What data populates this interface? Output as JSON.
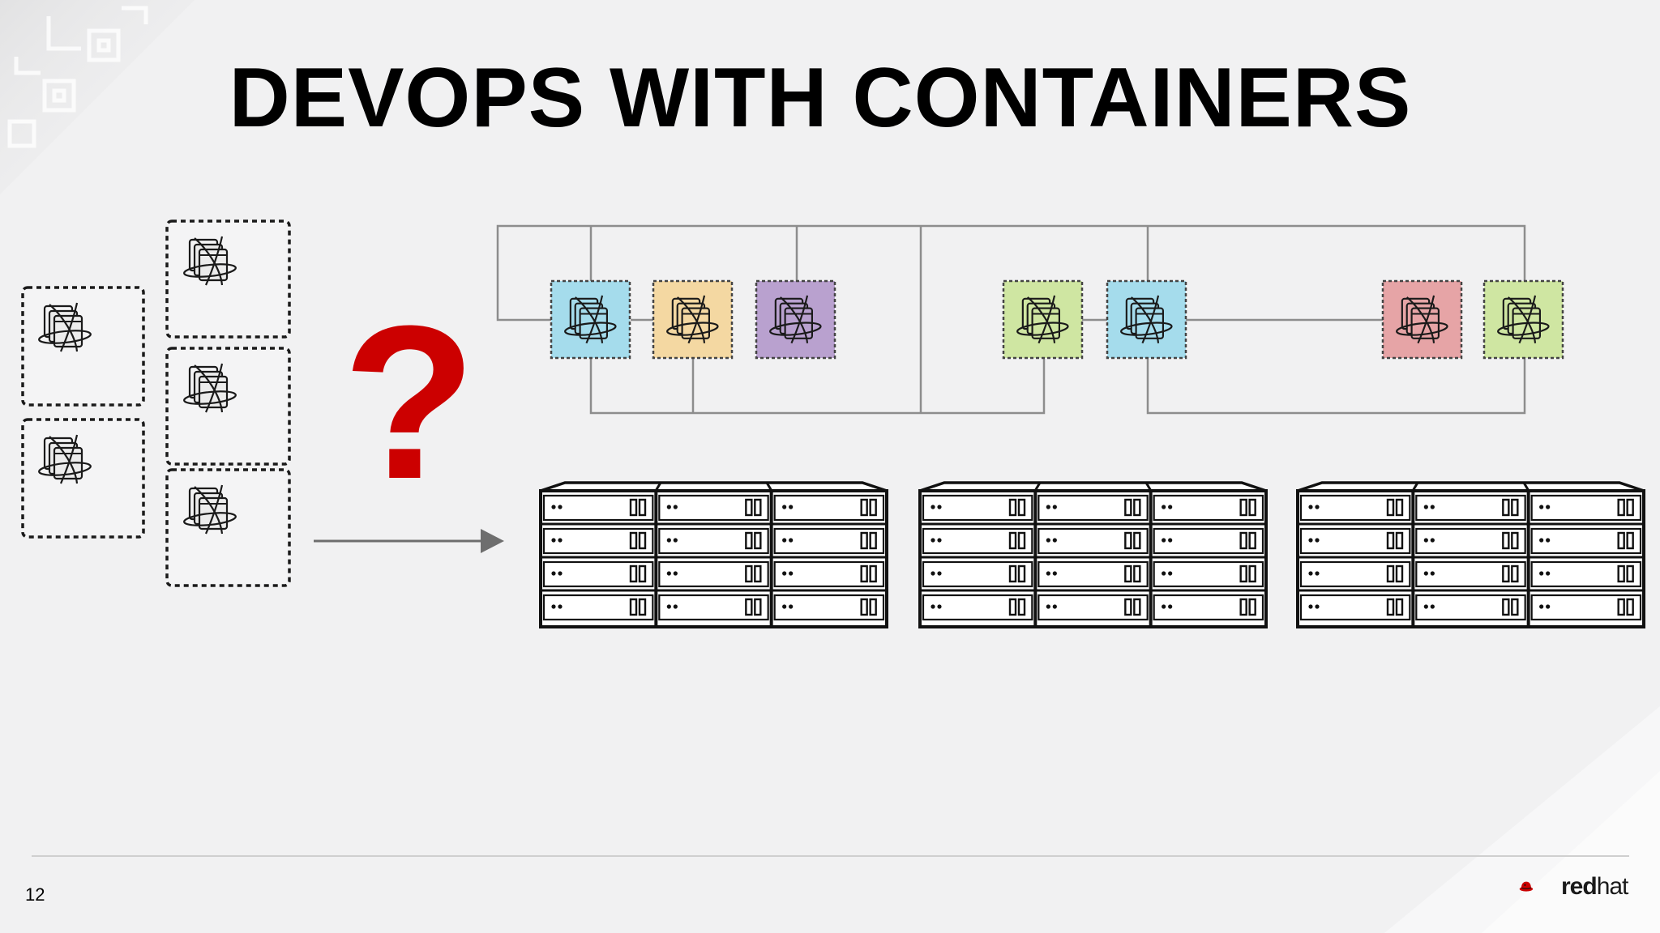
{
  "slide": {
    "title": "DEVOPS WITH CONTAINERS",
    "question_mark": "?",
    "page_number": "12"
  },
  "logo": {
    "word_bold": "red",
    "word_light": "hat",
    "icon": "redhat-shadowman-icon"
  },
  "containers": {
    "icon": "container-stack-icon",
    "unplaced_count": 5,
    "deployed_colors": [
      "#a5dcec",
      "#f4d8a2",
      "#b9a1cf",
      "#cfe6a2",
      "#a5dcec",
      "#e6a4a6",
      "#cfe6a2"
    ]
  },
  "servers": {
    "icon": "server-rack-icon",
    "rack_count": 3,
    "units_per_rack": 4,
    "columns_per_rack": 3
  },
  "colors": {
    "question_mark": "#cc0000",
    "arrow": "#6e6e6e",
    "connector_lines": "#8d8d8d",
    "brand_red": "#cc0000"
  }
}
